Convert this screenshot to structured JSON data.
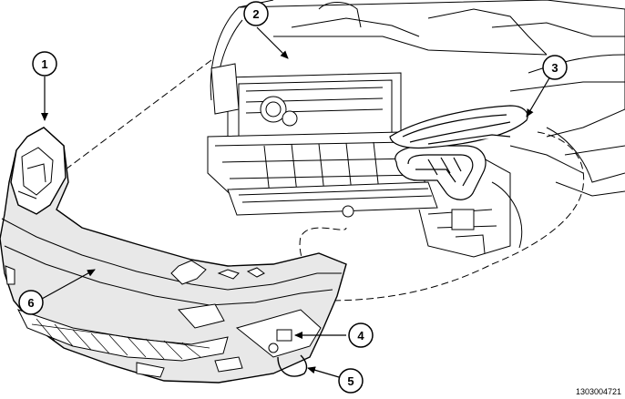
{
  "diagram": {
    "callouts": [
      {
        "id": "1",
        "label": "1"
      },
      {
        "id": "2",
        "label": "2"
      },
      {
        "id": "3",
        "label": "3"
      },
      {
        "id": "4",
        "label": "4"
      },
      {
        "id": "5",
        "label": "5"
      },
      {
        "id": "6",
        "label": "6"
      }
    ],
    "reference_number": "1303004721"
  }
}
